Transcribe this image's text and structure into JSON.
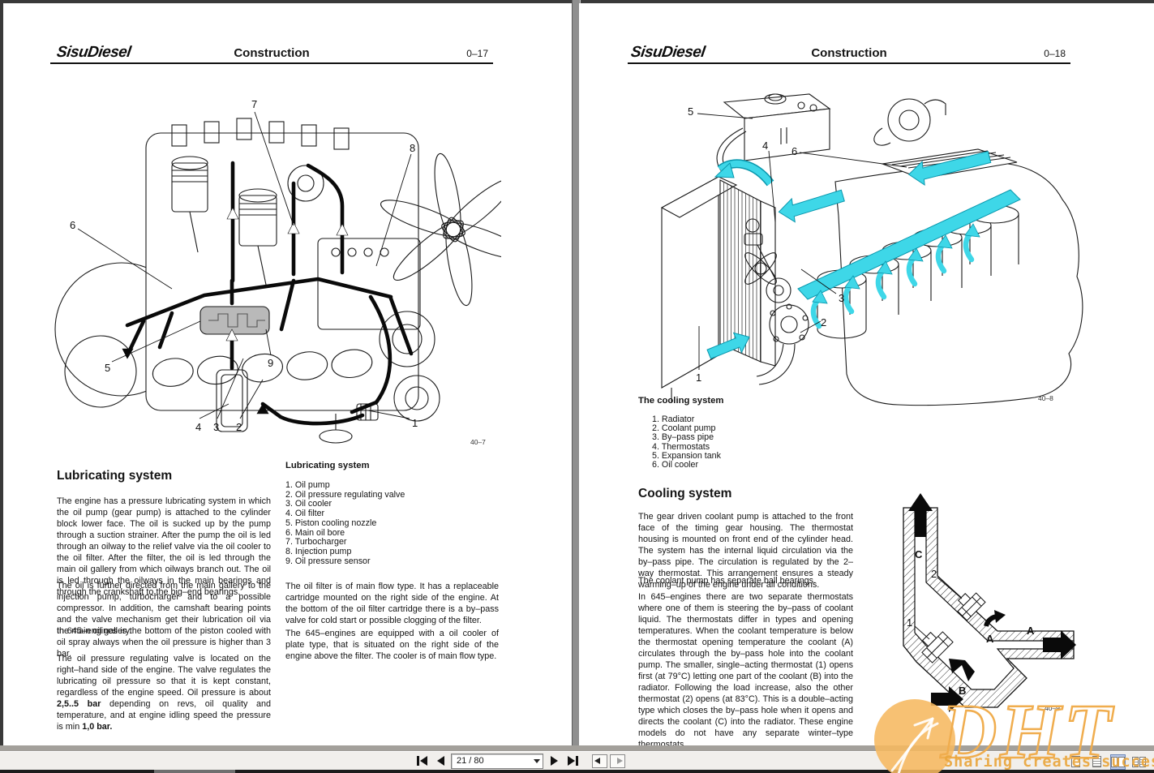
{
  "toolbar": {
    "page_indicator": "21 / 80"
  },
  "watermark": {
    "big": "DHT",
    "slogan": "Sharing creates success"
  },
  "left_page": {
    "logo": "SisuDiesel",
    "title": "Construction",
    "page_no": "0–17",
    "figure": {
      "ref": "40–7",
      "callouts": [
        "1",
        "2",
        "3",
        "4",
        "5",
        "6",
        "7",
        "8",
        "9"
      ]
    },
    "heading": "Lubricating system",
    "paragraphs": {
      "p1": "The engine has a pressure lubricating system in which the oil pump (gear pump) is attached to the cylinder block lower face. The oil is sucked up by the pump through a suction strainer. After the pump the oil is led through an oilway to the relief valve via the oil cooler to the oil filter. After the filter, the oil is led through the main oil gallery from which oilways branch out. The oil is led through the oilways in the main bearings and through the crankshaft to the big–end bearings.",
      "p2": "The oil is further directed from the main gallery to the injection pump, turbocharger and to a possible compressor. In addition, the camshaft bearing points and the valve mechanism get their lubrication oil via the main oil gallery.",
      "p3": "In 645–engines is the bottom of the piston cooled with oil spray always when the oil pressure is higher than 3 bar.",
      "p4a": "The oil pressure regulating valve is located on the right–hand side of the engine. The valve regulates the lubricating oil pressure so that it is kept constant, regardless of the engine speed. Oil pressure is about ",
      "p4b": "2,5..5 bar",
      "p4c": " depending on revs, oil quality and temperature, and at engine idling speed the pressure is min ",
      "p4d": "1,0 bar."
    },
    "list_title": "Lubricating system",
    "list": [
      "1. Oil pump",
      "2. Oil pressure regulating valve",
      "3. Oil cooler",
      "4. Oil filter",
      "5. Piston cooling nozzle",
      "6. Main oil bore",
      "7. Turbocharger",
      "8. Injection pump",
      "9. Oil pressure sensor"
    ],
    "col2": {
      "p1": "The oil filter is of main flow type. It has a replaceable cartridge mounted on the right side of the engine. At the bottom of the oil filter cartridge there is a by–pass valve for cold start or possible clogging of the filter.",
      "p2": "The 645–engines are equipped with a oil cooler of plate type, that is situated on the right side of the engine above the filter. The cooler is of main flow type."
    }
  },
  "right_page": {
    "logo": "SisuDiesel",
    "title": "Construction",
    "page_no": "0–18",
    "figure": {
      "ref": "40–8",
      "caption": "The cooling system",
      "callouts": [
        "1",
        "2",
        "3",
        "4",
        "5",
        "6"
      ]
    },
    "list": [
      "1. Radiator",
      "2. Coolant pump",
      "3. By–pass pipe",
      "4. Thermostats",
      "5. Expansion tank",
      "6. Oil cooler"
    ],
    "heading": "Cooling system",
    "paragraphs": {
      "p1": "The gear driven coolant pump is attached to the front face of the timing gear housing. The thermostat housing is mounted on front end of the cylinder head. The system has the internal liquid circulation via the by–pass pipe. The circulation is regulated by the 2–way thermostat. This arrangement ensures a steady warming–up of the engine under all conditions.",
      "p2": "The coolant pump has separate ball bearings.",
      "p3": "In 645–engines there are two separate thermostats where one of them is steering the by–pass of coolant liquid. The thermostats differ in types and opening temperatures. When the coolant temperature is below the thermostat opening temperature the coolant (A) circulates through the by–pass hole into the coolant pump. The smaller, single–acting thermostat (1) opens first (at 79°C) letting one part of the coolant (B) into the radiator. Following the load increase, also the other thermostat (2) opens (at 83°C). This is a double–acting type which closes the by–pass hole when it opens and directs the coolant (C) into the radiator. These engine models do not have any separate winter–type thermostats."
    },
    "thermo": {
      "ref": "40–9",
      "labels": {
        "c": "C",
        "n2": "2",
        "n1": "1",
        "a_curved": "A",
        "a_out": "A",
        "b": "B"
      }
    }
  }
}
